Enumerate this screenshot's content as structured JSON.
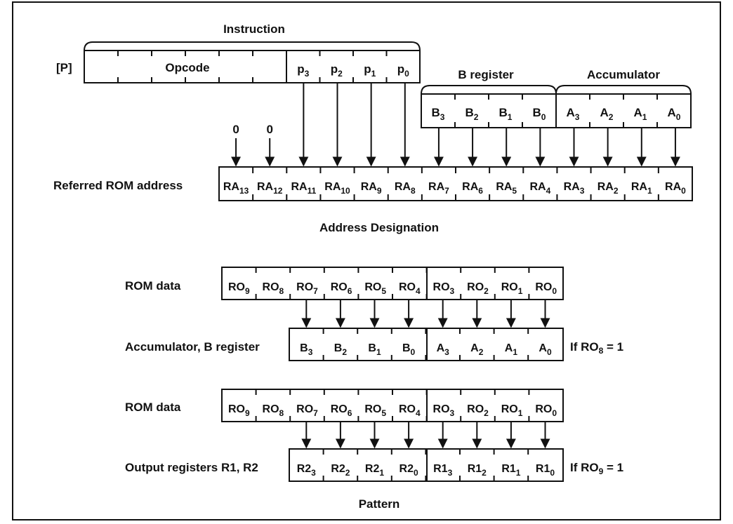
{
  "colors": {
    "ink": "#111111",
    "background": "#ffffff"
  },
  "address": {
    "instruction_label": "Instruction",
    "p_label": "[P]",
    "opcode_label": "Opcode",
    "p_bits": [
      {
        "base": "p",
        "sub": "3"
      },
      {
        "base": "p",
        "sub": "2"
      },
      {
        "base": "p",
        "sub": "1"
      },
      {
        "base": "p",
        "sub": "0"
      }
    ],
    "b_register_label": "B register",
    "accumulator_label": "Accumulator",
    "b_bits": [
      {
        "base": "B",
        "sub": "3"
      },
      {
        "base": "B",
        "sub": "2"
      },
      {
        "base": "B",
        "sub": "1"
      },
      {
        "base": "B",
        "sub": "0"
      }
    ],
    "a_bits": [
      {
        "base": "A",
        "sub": "3"
      },
      {
        "base": "A",
        "sub": "2"
      },
      {
        "base": "A",
        "sub": "1"
      },
      {
        "base": "A",
        "sub": "0"
      }
    ],
    "zero_values": [
      "0",
      "0"
    ],
    "rom_address_label": "Referred ROM address",
    "ra_bits": [
      {
        "base": "RA",
        "sub": "13"
      },
      {
        "base": "RA",
        "sub": "12"
      },
      {
        "base": "RA",
        "sub": "11"
      },
      {
        "base": "RA",
        "sub": "10"
      },
      {
        "base": "RA",
        "sub": "9"
      },
      {
        "base": "RA",
        "sub": "8"
      },
      {
        "base": "RA",
        "sub": "7"
      },
      {
        "base": "RA",
        "sub": "6"
      },
      {
        "base": "RA",
        "sub": "5"
      },
      {
        "base": "RA",
        "sub": "4"
      },
      {
        "base": "RA",
        "sub": "3"
      },
      {
        "base": "RA",
        "sub": "2"
      },
      {
        "base": "RA",
        "sub": "1"
      },
      {
        "base": "RA",
        "sub": "0"
      }
    ],
    "caption": "Address Designation"
  },
  "pattern": {
    "rom_data_label": "ROM data",
    "ro_bits": [
      {
        "base": "RO",
        "sub": "9"
      },
      {
        "base": "RO",
        "sub": "8"
      },
      {
        "base": "RO",
        "sub": "7"
      },
      {
        "base": "RO",
        "sub": "6"
      },
      {
        "base": "RO",
        "sub": "5"
      },
      {
        "base": "RO",
        "sub": "4"
      },
      {
        "base": "RO",
        "sub": "3"
      },
      {
        "base": "RO",
        "sub": "2"
      },
      {
        "base": "RO",
        "sub": "1"
      },
      {
        "base": "RO",
        "sub": "0"
      }
    ],
    "acc_b_label": "Accumulator, B register",
    "acc_b_bits": [
      {
        "base": "B",
        "sub": "3"
      },
      {
        "base": "B",
        "sub": "2"
      },
      {
        "base": "B",
        "sub": "1"
      },
      {
        "base": "B",
        "sub": "0"
      },
      {
        "base": "A",
        "sub": "3"
      },
      {
        "base": "A",
        "sub": "2"
      },
      {
        "base": "A",
        "sub": "1"
      },
      {
        "base": "A",
        "sub": "0"
      }
    ],
    "cond1": {
      "prefix": "If RO",
      "sub": "8",
      "suffix": " = 1"
    },
    "output_label": "Output registers R1, R2",
    "out_bits": [
      {
        "base": "R2",
        "sub": "3"
      },
      {
        "base": "R2",
        "sub": "2"
      },
      {
        "base": "R2",
        "sub": "1"
      },
      {
        "base": "R2",
        "sub": "0"
      },
      {
        "base": "R1",
        "sub": "3"
      },
      {
        "base": "R1",
        "sub": "2"
      },
      {
        "base": "R1",
        "sub": "1"
      },
      {
        "base": "R1",
        "sub": "0"
      }
    ],
    "cond2": {
      "prefix": "If RO",
      "sub": "9",
      "suffix": " = 1"
    },
    "caption": "Pattern"
  }
}
